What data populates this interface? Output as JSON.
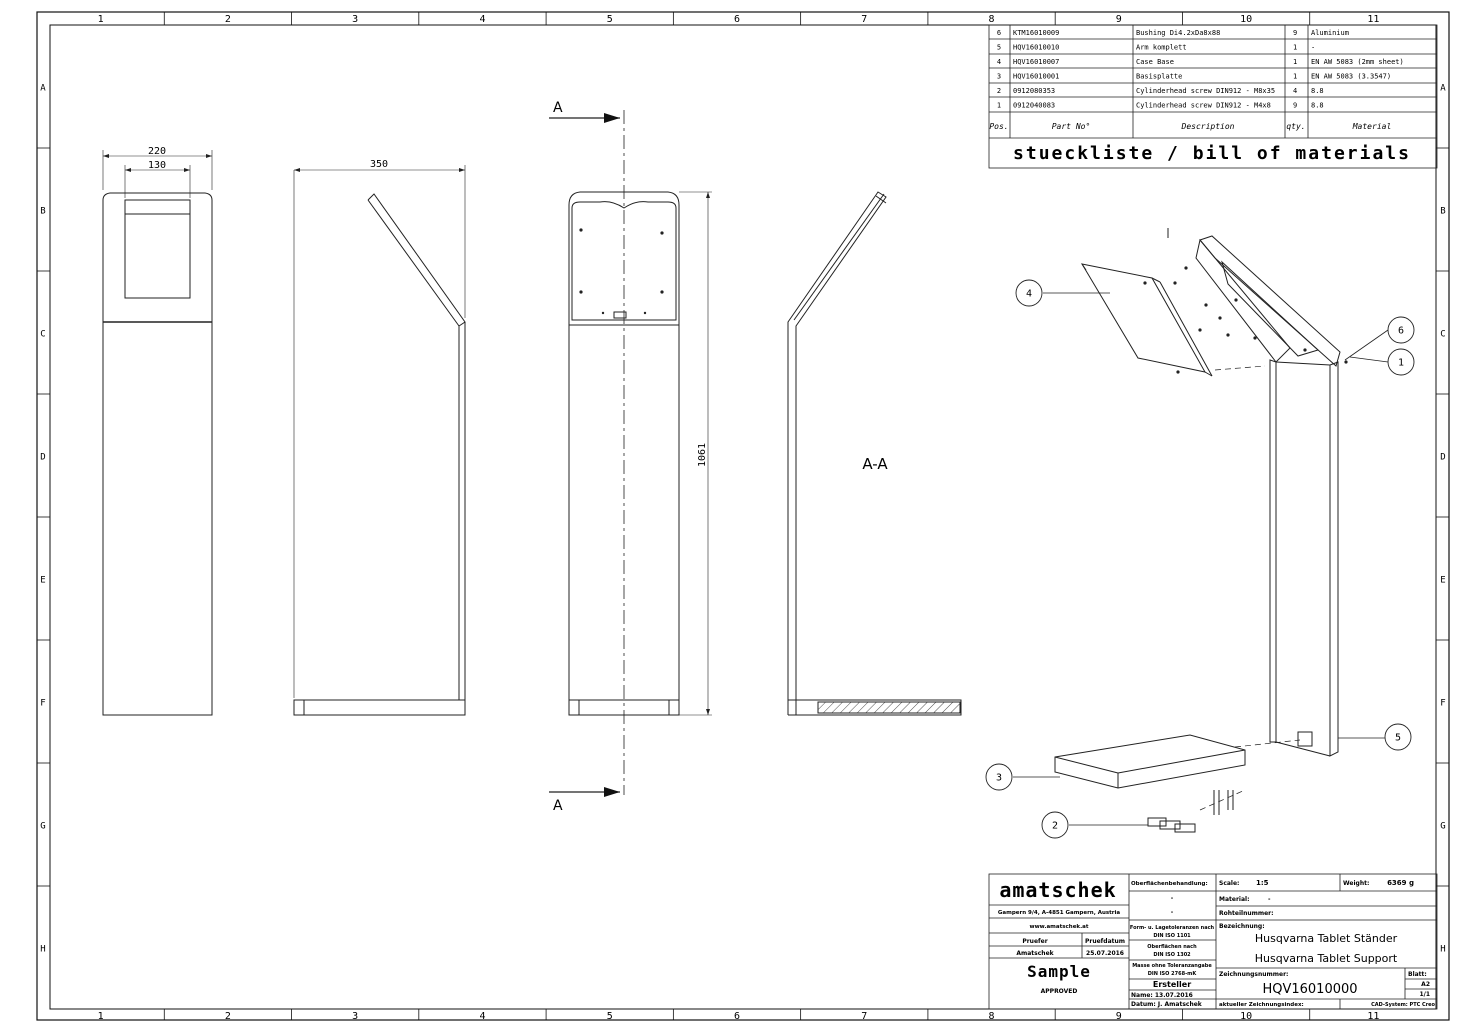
{
  "frame": {
    "columns": [
      "1",
      "2",
      "3",
      "4",
      "5",
      "6",
      "7",
      "8",
      "9",
      "10",
      "11"
    ],
    "rows": [
      "A",
      "B",
      "C",
      "D",
      "E",
      "F",
      "G",
      "H"
    ]
  },
  "bom": {
    "title": "stueckliste / bill of materials",
    "headers": {
      "pos": "Pos.",
      "part_no": "Part No°",
      "description": "Description",
      "qty": "qty.",
      "material": "Material"
    },
    "rows": [
      {
        "pos": "6",
        "part_no": "KTM16010009",
        "description": "Bushing Di4.2xDa8x88",
        "qty": "9",
        "material": "Aluminium"
      },
      {
        "pos": "5",
        "part_no": "HQV16010010",
        "description": "Arm komplett",
        "qty": "1",
        "material": "-"
      },
      {
        "pos": "4",
        "part_no": "HQV16010007",
        "description": "Case Base",
        "qty": "1",
        "material": "EN AW 5083 (2mm sheet)"
      },
      {
        "pos": "3",
        "part_no": "HQV16010001",
        "description": "Basisplatte",
        "qty": "1",
        "material": "EN AW 5083 (3.3547)"
      },
      {
        "pos": "2",
        "part_no": "0912080353",
        "description": "Cylinderhead screw DIN912 - M8x35",
        "qty": "4",
        "material": "8.8"
      },
      {
        "pos": "1",
        "part_no": "0912040083",
        "description": "Cylinderhead screw DIN912 - M4x8",
        "qty": "9",
        "material": "8.8"
      }
    ]
  },
  "dims": {
    "width_total": "220",
    "width_screen": "130",
    "depth": "350",
    "height": "1061"
  },
  "section": {
    "cut_label": "A",
    "view_label": "A-A"
  },
  "balloons": [
    "1",
    "2",
    "3",
    "4",
    "5",
    "6"
  ],
  "title_block": {
    "company": "amatschek",
    "address": "Gampern 9/4, A-4851 Gampern, Austria",
    "website": "www.amatschek.at",
    "surface_label": "Oberflächenbehandlung:",
    "surface_value": "-",
    "surface_value2": "-",
    "tol1_label": "Form- u. Lagetoleranzen nach",
    "tol1_std": "DIN ISO 1101",
    "tol2_label": "Oberflächen nach",
    "tol2_std": "DIN ISO 1302",
    "tol3_label": "Masse ohne Toleranzangabe",
    "tol3_std": "DIN ISO 2768-mK",
    "checker_label": "Pruefer",
    "checker_name": "Amatschek",
    "check_date_label": "Pruefdatum",
    "check_date": "25.07.2016",
    "stamp_text": "Sample",
    "approved": "APPROVED",
    "creator_label": "Ersteller",
    "creator_name": "Name: 13.07.2016",
    "creator_date": "Datum: J. Amatschek",
    "scale_label": "Scale:",
    "scale_value": "1:5",
    "weight_label": "Weight:",
    "weight_value": "6369 g",
    "material_label": "Material:",
    "material_value": "-",
    "raw_label": "Rohteilnummer:",
    "designation_label": "Bezeichnung:",
    "designation_de": "Husqvarna Tablet Ständer",
    "designation_en": "Husqvarna Tablet Support",
    "drawing_no_label": "Zeichnungsnummer:",
    "drawing_no": "HQV16010000",
    "sheet_label": "Blatt:",
    "format": "A2",
    "sheet": "1/1",
    "revision_label": "aktueller Zeichnungsindex:",
    "cad_label": "CAD-System: PTC Creo"
  }
}
